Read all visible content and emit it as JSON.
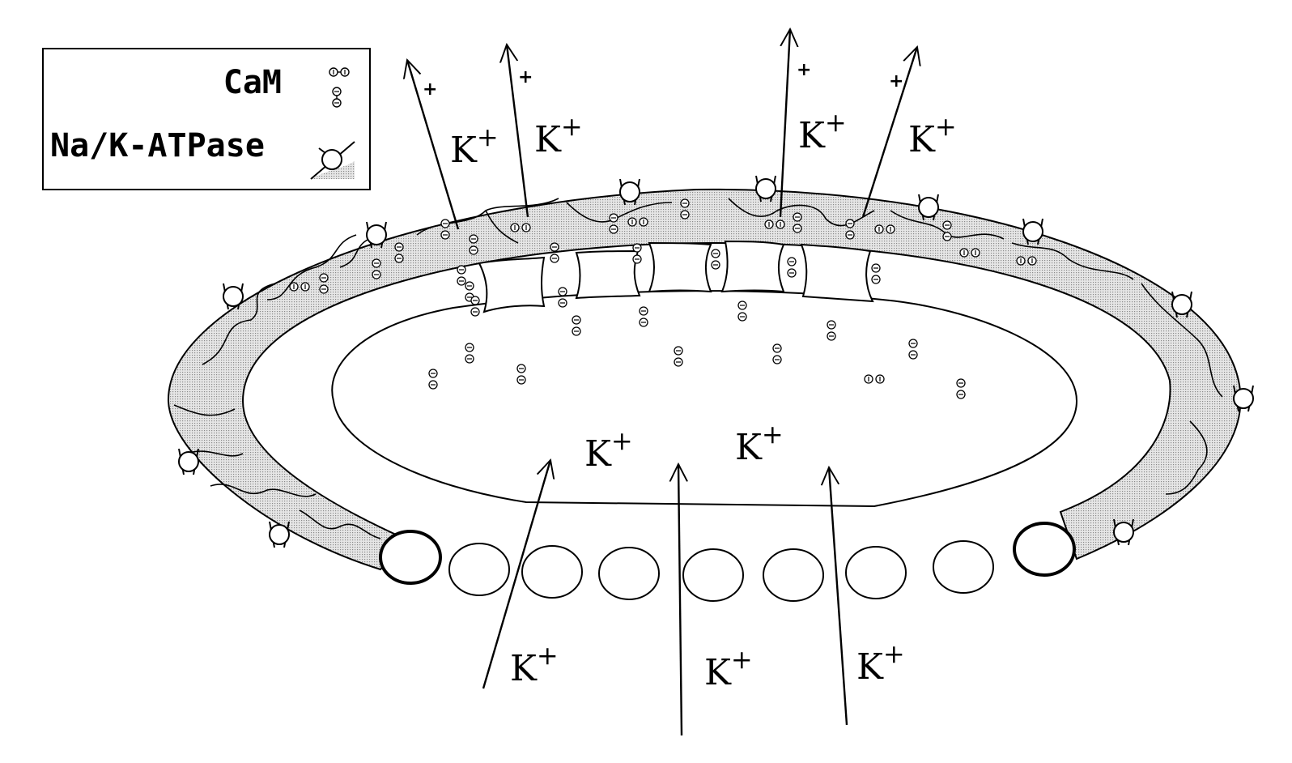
{
  "legend": {
    "cam_label": "CaM",
    "atpase_label": "Na/K-ATPase",
    "cam_icon": "calmodulin-molecule-icon",
    "atpase_icon": "ion-pump-icon"
  },
  "ion_symbol": "K",
  "ion_charge": "+",
  "efflux_plus": "+",
  "colors": {
    "ink": "#000000",
    "shading": "#c9c9c9",
    "background": "#ffffff"
  }
}
